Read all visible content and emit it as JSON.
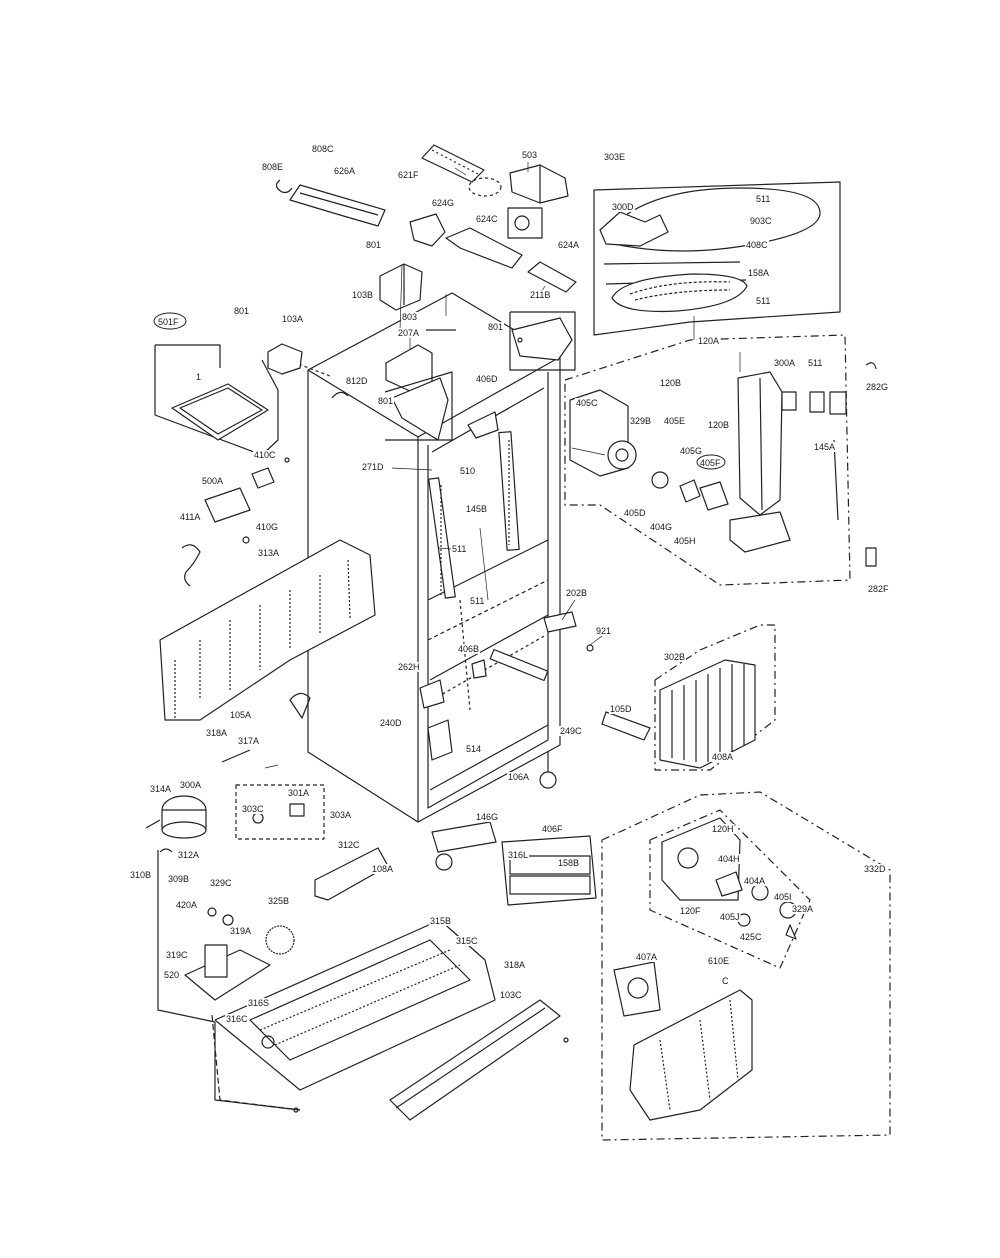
{
  "labels": {
    "l808c": "808C",
    "l808e": "808E",
    "l626a": "626A",
    "l621f": "621F",
    "l503": "503",
    "l303e": "303E",
    "l624g": "624G",
    "l624c": "624C",
    "l624a": "624A",
    "l211b": "211B",
    "l801": "801",
    "l103b": "103B",
    "l300d": "300D",
    "l511a": "511",
    "l903c": "903C",
    "l408c": "408C",
    "l158a": "158A",
    "l511b": "511",
    "l501f": "501F",
    "l801b": "801",
    "l103a": "103A",
    "l803": "803",
    "l207a": "207A",
    "l801c": "801",
    "l120a": "120A",
    "l120b": "120B",
    "l300a": "300A",
    "l282g": "282G",
    "l801d": "801",
    "l511e": "511",
    "l1": "1",
    "l812d": "812D",
    "l406d": "406D",
    "l271d": "271D",
    "l405c": "405C",
    "l329b": "329B",
    "l405e": "405E",
    "l120bb": "120B",
    "l405g": "405G",
    "l405f": "405F",
    "l145a": "145A",
    "l410c": "410C",
    "l500a": "500A",
    "l411a": "411A",
    "l410g": "410G",
    "l313a": "313A",
    "l510": "510",
    "l145b": "145B",
    "l511c": "511",
    "l511d": "511",
    "l405d": "405D",
    "l404g": "404G",
    "l405h": "405H",
    "l282f": "282F",
    "l202b": "202B",
    "l921": "921",
    "l406b": "406B",
    "l302b": "302B",
    "l262h": "262H",
    "l105a": "105A",
    "l318a": "318A",
    "l317a": "317A",
    "l240d": "240D",
    "l514": "514",
    "l249c": "249C",
    "l105d": "105D",
    "l408a": "408A",
    "l106a": "106A",
    "l314a": "314A",
    "l300aa": "300A",
    "l301a": "301A",
    "l303c": "303C",
    "l303a": "303A",
    "l146g": "146G",
    "l406f": "406F",
    "l120h": "120H",
    "l312a": "312A",
    "l312c": "312C",
    "l316l": "316L",
    "l158b": "158B",
    "l310b": "310B",
    "l108a": "108A",
    "l309b": "309B",
    "l329c": "329C",
    "l420a": "420A",
    "l325b": "325B",
    "l315b": "315B",
    "l315c": "315C",
    "l319a": "319A",
    "l319c": "319C",
    "l520": "520",
    "l318a2": "318A",
    "l103c": "103C",
    "l316s": "316S",
    "l316c": "316C",
    "l404h": "404H",
    "l404a": "404A",
    "l405i": "405I",
    "l329a": "329A",
    "l405j": "405J",
    "l425c": "425C",
    "l120f": "120F",
    "l407a": "407A",
    "l610e": "610E",
    "l332d": "332D",
    "lc": "C"
  }
}
